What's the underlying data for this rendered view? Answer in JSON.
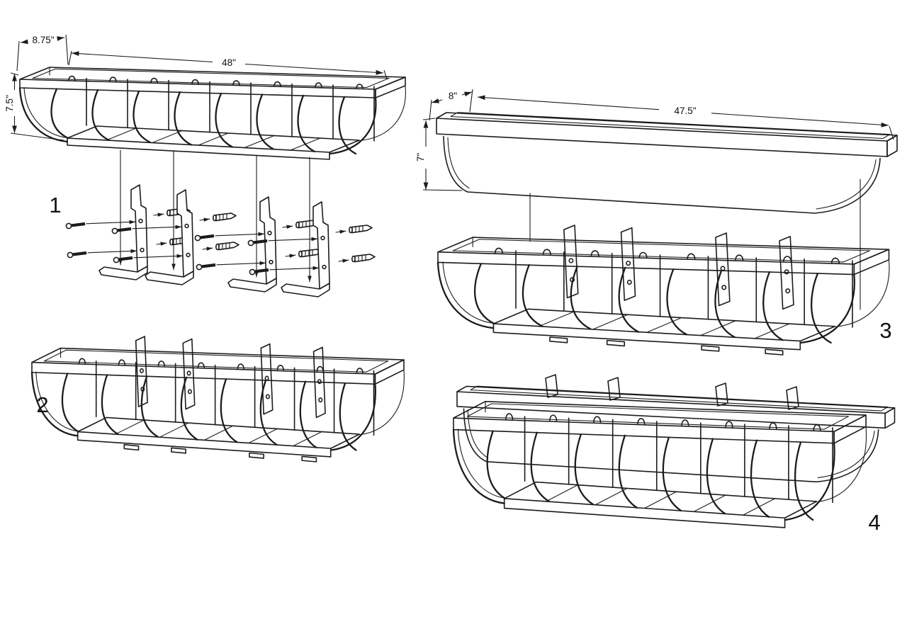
{
  "steps": {
    "step1": {
      "label": "1",
      "dims": {
        "depth": "8.75\"",
        "length": "48\"",
        "height": "7.5\""
      }
    },
    "step2": {
      "label": "2"
    },
    "step3": {
      "label": "3",
      "dims": {
        "depth": "8\"",
        "length": "47.5\"",
        "height": "7\""
      }
    },
    "step4": {
      "label": "4"
    }
  },
  "colors": {
    "line": "#1c1c1c",
    "background": "#ffffff"
  }
}
